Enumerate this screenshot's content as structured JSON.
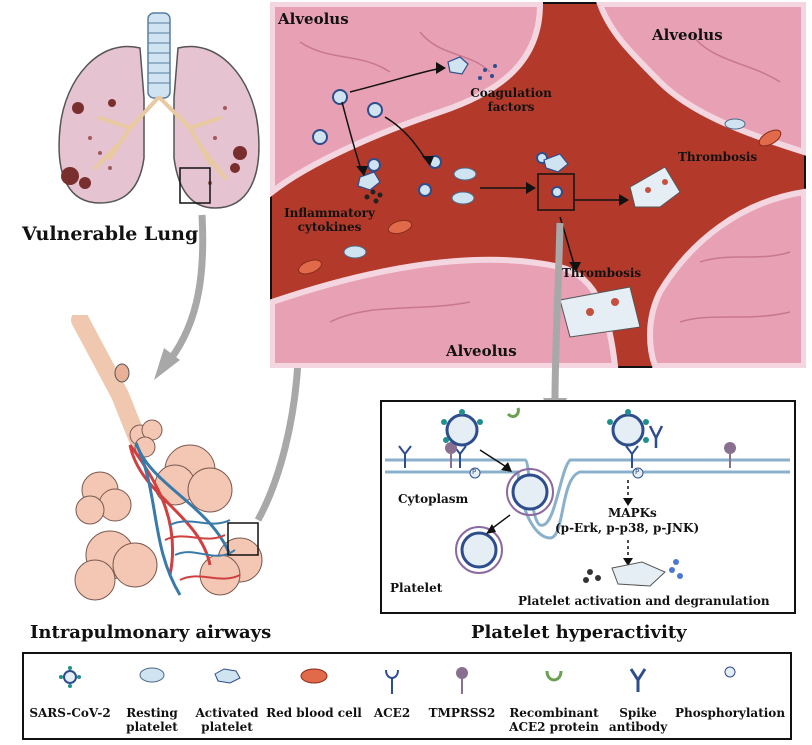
{
  "titles": {
    "lung": "Vulnerable Lung",
    "airways": "Intrapulmonary airways",
    "hyperactivity": "Platelet hyperactivity"
  },
  "alveolus_panel": {
    "alveolus_labels": [
      "Alveolus",
      "Alveolus",
      "Alveolus"
    ],
    "coagulation": "Coagulation factors",
    "cytokines": "Inflammatory cytokines",
    "thrombosis": [
      "Thrombosis",
      "Thrombosis"
    ]
  },
  "platelet_panel": {
    "cytoplasm": "Cytoplasm",
    "platelet": "Platelet",
    "mapks": "MAPKs",
    "mapks_detail": "(p-Erk, p-p38, p-JNK)",
    "activation": "Platelet activation and degranulation",
    "p_marker": "P"
  },
  "legend": [
    {
      "icon": "sars-cov-2-icon",
      "label": "SARS-CoV-2"
    },
    {
      "icon": "resting-platelet-icon",
      "label": "Resting platelet"
    },
    {
      "icon": "activated-platelet-icon",
      "label": "Activated platelet"
    },
    {
      "icon": "red-blood-cell-icon",
      "label": "Red blood cell"
    },
    {
      "icon": "ace2-icon",
      "label": "ACE2"
    },
    {
      "icon": "tmprss2-icon",
      "label": "TMPRSS2"
    },
    {
      "icon": "recombinant-ace2-icon",
      "label": "Recombinant ACE2 protein"
    },
    {
      "icon": "spike-antibody-icon",
      "label": "Spike antibody"
    },
    {
      "icon": "phosphorylation-icon",
      "label": "Phosphorylation"
    }
  ],
  "colors": {
    "vessel": "#b33a2a",
    "alveolus": "#e8a0b4",
    "platelet": "#cfe3f0",
    "virus": "#2e4d8c",
    "spike": "#1e8f8a"
  }
}
